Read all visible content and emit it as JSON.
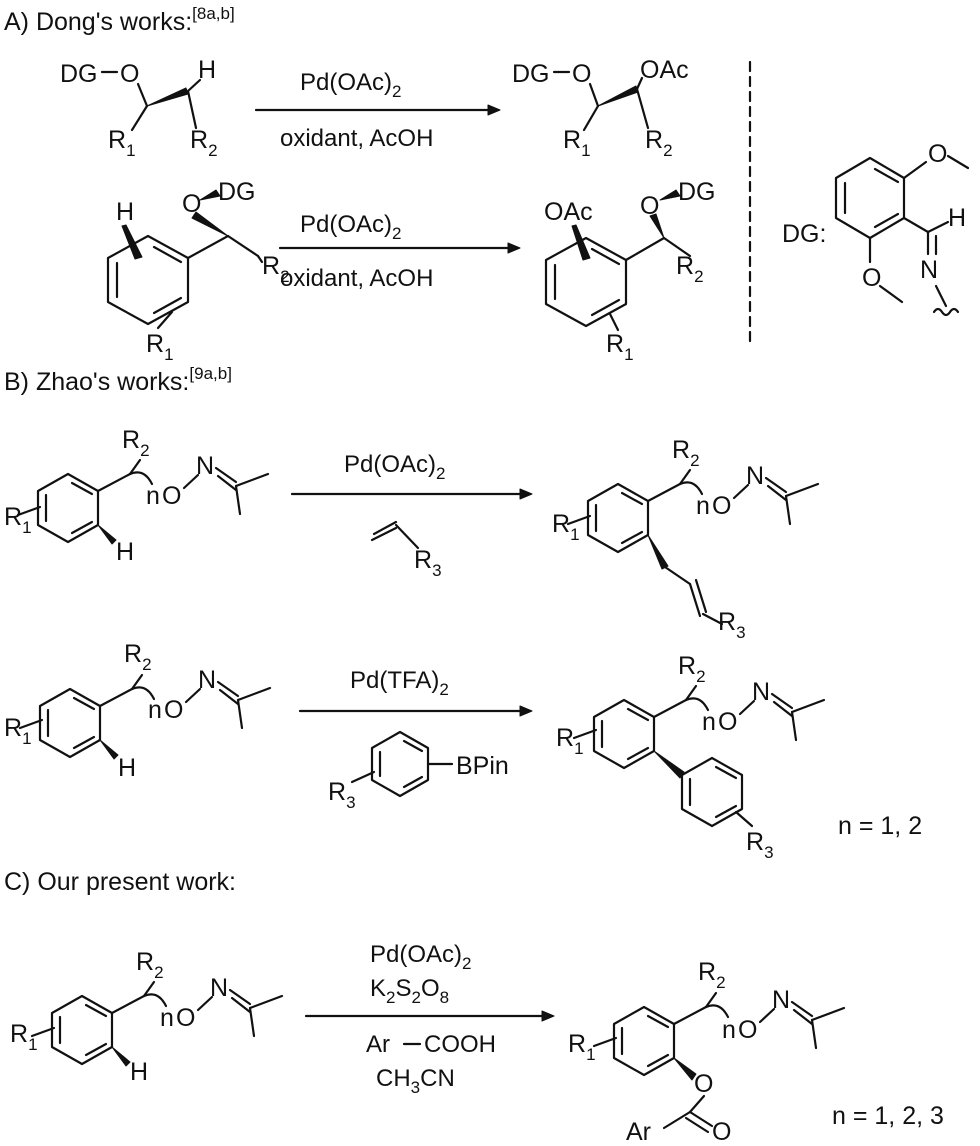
{
  "sections": {
    "a": {
      "title": "A) Dong's works:",
      "ref": "[8a,b]"
    },
    "b": {
      "title": "B) Zhao's works:",
      "ref": "[9a,b]"
    },
    "c": {
      "title": "C) Our present work:"
    }
  },
  "labels": {
    "dg": "DG",
    "o": "O",
    "h": "H",
    "n": "N",
    "n_sub": "n",
    "r": "R",
    "one": "1",
    "two": "2",
    "three": "3",
    "oac": "OAc",
    "ar": "Ar",
    "bpin": "BPin",
    "dg_def": "DG:"
  },
  "conditions": {
    "pd_oac2": "Pd(OAc)",
    "pd_tfa2": "Pd(TFA)",
    "sub_2": "2",
    "oxidant_acoh": "oxidant, AcOH",
    "k": "K",
    "s": "S",
    "o_sub": "O",
    "sub_8": "8",
    "ar_cooh": "Ar",
    "cooh": "COOH",
    "ch3cn_ch": "CH",
    "ch3cn_cn": "CN",
    "sub_3": "3"
  },
  "notes": {
    "n12": "n = 1, 2",
    "n123": "n = 1, 2, 3"
  }
}
